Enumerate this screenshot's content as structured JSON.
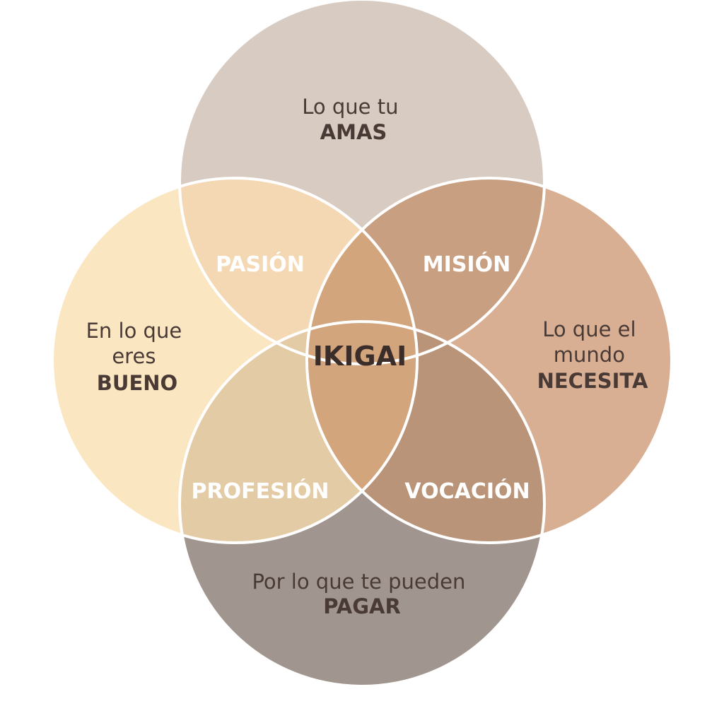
{
  "circles": {
    "top": {
      "line1": "Lo que tu",
      "line2": "AMAS",
      "color": "#d8cbc1"
    },
    "left": {
      "line1": "En lo que",
      "line2": "eres",
      "line3": "BUENO",
      "color": "#fbe6c2"
    },
    "right": {
      "line1": "Lo que el",
      "line2": "mundo",
      "line3": "NECESITA",
      "color": "#d9af93"
    },
    "bottom": {
      "line1": "Por lo que te pueden",
      "line2": "PAGAR",
      "color": "#a1958f"
    }
  },
  "overlaps": {
    "top_left": {
      "label": "PASIÓN",
      "color": "#f3d8b3"
    },
    "top_right": {
      "label": "MISIÓN",
      "color": "#c99f81"
    },
    "bottom_left": {
      "label": "PROFESIÓN",
      "color": "#e3cba5"
    },
    "bottom_right": {
      "label": "VOCACIÓN",
      "color": "#b99478"
    }
  },
  "center": {
    "label": "IKIGAI",
    "color": "#d3a57d"
  },
  "stroke_color": "#ffffff"
}
